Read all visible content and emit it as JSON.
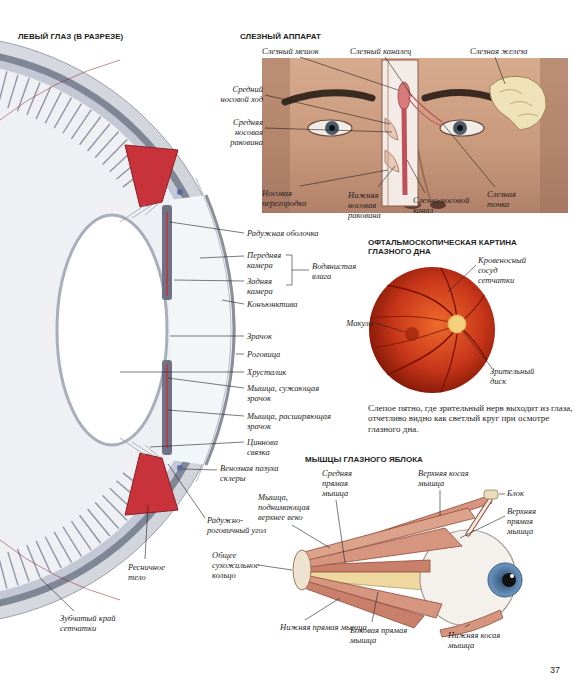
{
  "diagram": {
    "labels": [
      "ЛЕВЫЙ ГЛАЗ (В РАЗРЕЗЕ)",
      "СЛЕЗНЫЙ АППАРАТ",
      "Слезный мешок",
      "Слезный каналец",
      "Слезная железа",
      "Средний носовой ход",
      "Средняя носовая раковина",
      "Носовая перегородка",
      "Нижняя носовая раковина",
      "Слезно-носовой канал",
      "Слезная точка",
      "Радужная оболочка",
      "Передняя камера",
      "Задняя камера",
      "Водянистая влага",
      "Конъюнктива",
      "Зрачок",
      "Роговица",
      "Хрусталик",
      "Мышца, сужающая зрачок",
      "Мышца, расширяющая зрачок",
      "Циннова связка",
      "Венозная пазуха склеры",
      "Радужно-роговичный угол",
      "Ресничное тело",
      "Зубчатый край сетчатки",
      "ОФТАЛЬМОСКОПИЧЕСКАЯ КАРТИНА ГЛАЗНОГО ДНА",
      "Кровеносный сосуд сетчатки",
      "Макула",
      "Зрительный диск",
      "Слепое пятно, где зрительный нерв выходит из глаза, отчетливо видно как светлый круг при осмотре глазного дна.",
      "МЫШЦЫ ГЛАЗНОГО ЯБЛОКА",
      "Средняя прямая мышца",
      "Верхняя косая мышца",
      "Блок",
      "Мышца, поднимающая верхнее веко",
      "Верхняя прямая мышца",
      "Общее сухожильное кольцо",
      "Нижняя прямая мышца",
      "Боковая прямая мышца",
      "Нижняя косая мышца",
      "37"
    ]
  }
}
